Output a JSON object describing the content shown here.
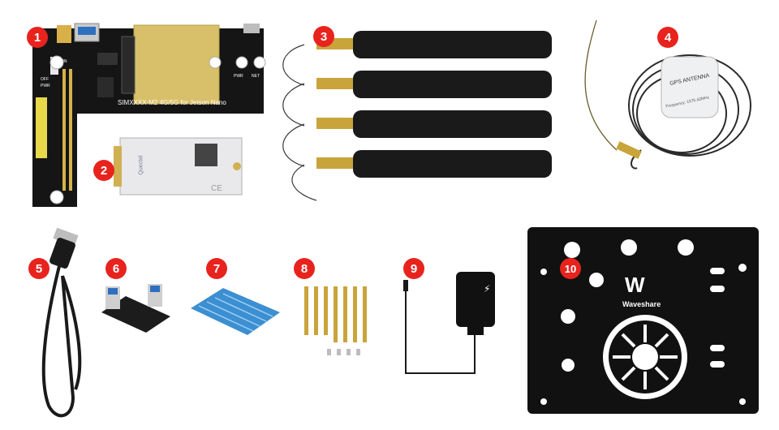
{
  "callouts": [
    "1",
    "2",
    "3",
    "4",
    "5",
    "6",
    "7",
    "8",
    "9",
    "10"
  ],
  "board": {
    "silkscreen": "SIMXXXX-M2 4G/5G for Jetson Nano",
    "switch_labels": [
      "ON",
      "OFF",
      "PWR"
    ],
    "led_labels": [
      "PWR",
      "NET"
    ]
  },
  "gps_antenna": {
    "label": "GPS ANTENNA",
    "frequency": "Frequency: 1575.42MHz"
  },
  "module": {
    "brand": "Quectel"
  },
  "case_plate": {
    "brand": "Waveshare"
  },
  "colors": {
    "callout_red": "#e8231e",
    "pcb_black": "#151515",
    "antenna_black": "#1a1a1a",
    "heatsink_blue": "#3c8fd0",
    "brass": "#c9a43b",
    "gold_pad": "#d8c06a"
  }
}
